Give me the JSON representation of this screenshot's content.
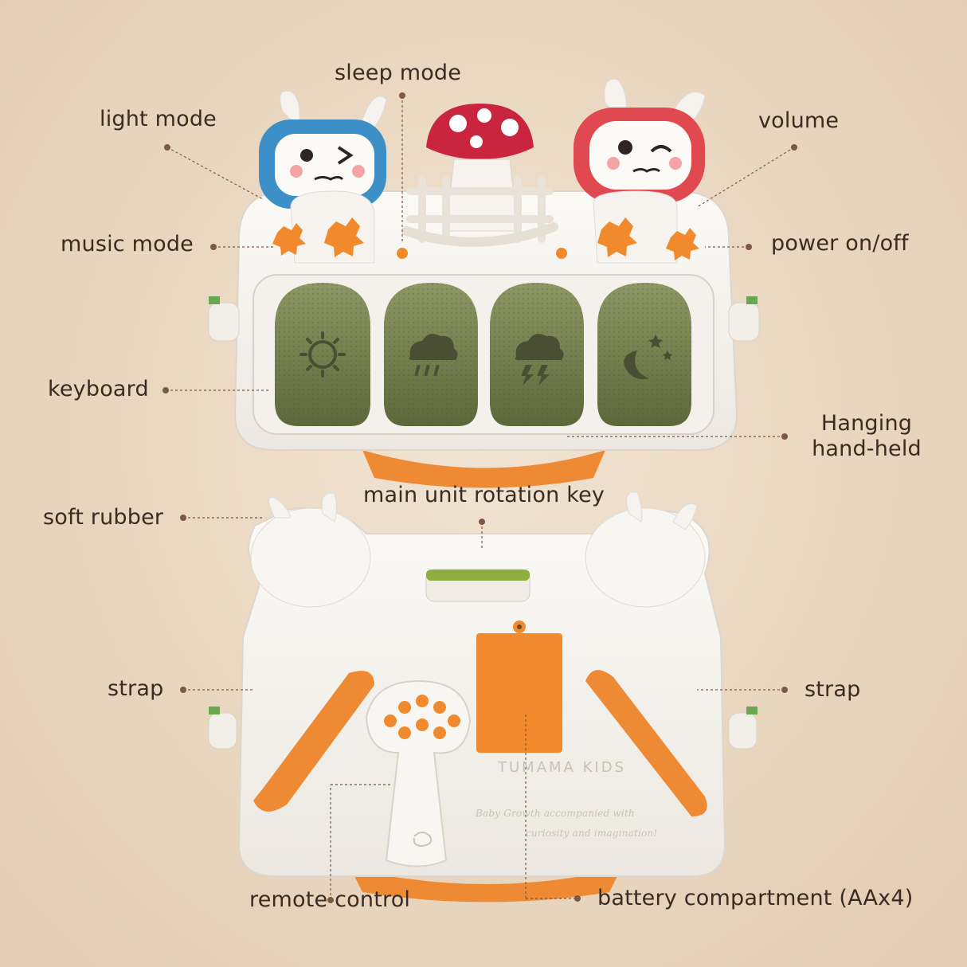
{
  "labels": {
    "sleep_mode": "sleep mode",
    "light_mode": "light mode",
    "volume": "volume",
    "music_mode": "music mode",
    "power": "power on/off",
    "keyboard": "keyboard",
    "hanging_line1": "Hanging",
    "hanging_line2": "hand-held",
    "soft_rubber": "soft rubber",
    "rotation_key": "main unit rotation key",
    "strap_left": "strap",
    "strap_right": "strap",
    "remote": "remote control",
    "battery": "battery compartment (AAx4)"
  },
  "brand": {
    "logo": "TUMAMA KIDS",
    "slogan_line1": "Baby Growth accompanied with",
    "slogan_line2": "curiosity and imagination!"
  },
  "colors": {
    "leader_line": "#7a5a45",
    "key_green": "#6f7a45",
    "orange": "#f08a2c",
    "blue_hood": "#3d8fc8",
    "red_hood": "#e0494f",
    "mushroom_red": "#c9253f"
  },
  "icons": [
    "sun-icon",
    "rain-cloud-icon",
    "thunder-cloud-icon",
    "moon-stars-icon"
  ]
}
